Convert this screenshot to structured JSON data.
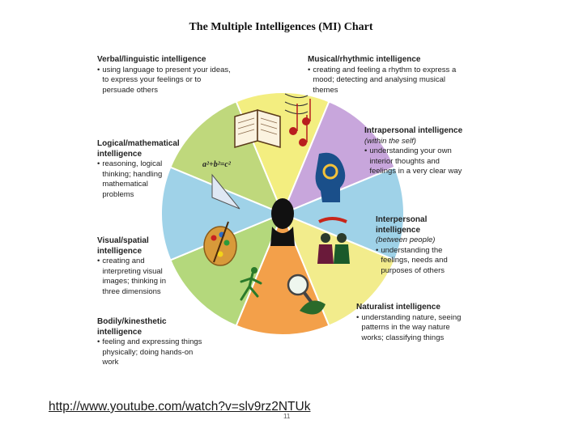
{
  "chart": {
    "title": "The Multiple Intelligences (MI) Chart",
    "formula": "a²+b²=c²",
    "segment_colors": [
      "#f3ee80",
      "#c8a6dc",
      "#9fd2e8",
      "#f2ec8c",
      "#f3a04a",
      "#b4d87c",
      "#9fd2e8",
      "#bfd87c"
    ],
    "intelligences": [
      {
        "name": "Verbal/linguistic intelligence",
        "desc": "using language to present your ideas, to express your feelings or to persuade others"
      },
      {
        "name": "Musical/rhythmic intelligence",
        "desc": "creating and feeling a rhythm to express a mood; detecting and analysing musical themes"
      },
      {
        "name": "Logical/mathematical intelligence",
        "desc": "reasoning, logical thinking; handling mathematical problems"
      },
      {
        "name": "Intrapersonal intelligence",
        "sub": "(within the self)",
        "desc": "understanding your own interior thoughts and feelings in a very clear way"
      },
      {
        "name": "Interpersonal intelligence",
        "sub": "(between people)",
        "desc": "understanding the feelings, needs and purposes of others"
      },
      {
        "name": "Visual/spatial intelligence",
        "desc": "creating and interpreting visual images; thinking in three dimensions"
      },
      {
        "name": "Naturalist intelligence",
        "desc": "understanding nature, seeing patterns in the way nature works; classifying things"
      },
      {
        "name": "Bodily/kinesthetic intelligence",
        "desc": "feeling and expressing things physically; doing hands-on work"
      }
    ]
  },
  "link": {
    "text": "http://www.youtube.com/watch?v=slv9rz2NTUk"
  },
  "page_number": "11"
}
